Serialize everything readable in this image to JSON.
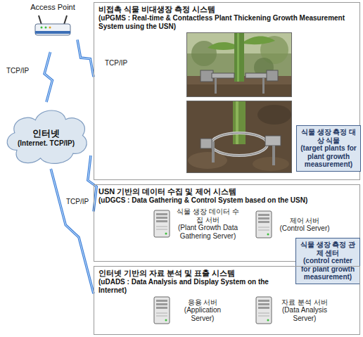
{
  "diagram": {
    "nodes": [
      {
        "text": [
          "Access Point"
        ]
      },
      {
        "text": [
          "비접촉 식물 비대생장 측정 시스템",
          "(uPGMS : Real-time & Contactless Plant Thickening Growth Measurement System using the USN)"
        ]
      },
      {
        "text": [
          "식물 생장 측정 대상 식물",
          "(target plants for plant growth measurement)"
        ],
        "in": 1
      },
      {
        "text": [
          "인터넷",
          "(Internet. TCP/IP)"
        ]
      },
      {
        "text": [
          "USN 기반의 데이터 수집 및 제어 시스템",
          "(uDGCS : Data Gathering & Control System based on the USN)"
        ]
      },
      {
        "text": [
          "식물 생장 데이터 수집 서버",
          "(Plant Growth Data Gathering Server)"
        ],
        "in": 4
      },
      {
        "text": [
          "제어 서버",
          "(Control Server)"
        ],
        "in": 4
      },
      {
        "text": [
          "식물 생장 측정 관제 센터",
          "(control center for plant growth measurement)"
        ]
      },
      {
        "text": [
          "인터넷 기반의 자료 분석 및 표출 시스템",
          "(uDADS : Data Analysis and Display System on the Internet)"
        ]
      },
      {
        "text": [
          "응용 서버",
          "(Application Server)"
        ],
        "in": 8
      },
      {
        "text": [
          "자료 분석 서버",
          "(Data Analysis Server)"
        ],
        "in": 8
      }
    ],
    "edges": [
      {
        "from": 0,
        "to": 3,
        "arrow": "none",
        "label": "TCP/IP"
      },
      {
        "from": 0,
        "to": 1,
        "arrow": "none",
        "label": "TCP/IP"
      },
      {
        "from": 3,
        "to": 4,
        "arrow": "none",
        "label": "TCP/IP"
      },
      {
        "from": 3,
        "to": 8,
        "arrow": "none"
      }
    ]
  }
}
